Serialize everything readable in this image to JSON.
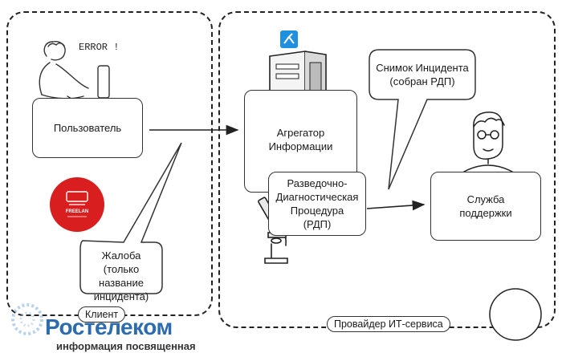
{
  "client_zone": {
    "tag": "Клиент"
  },
  "provider_zone": {
    "tag": "Провайдер ИТ-сервиса"
  },
  "user": {
    "label": "Пользователь",
    "error_text": "ERROR !"
  },
  "complaint": {
    "text": "Жалоба\n(только название\nинцидента)"
  },
  "aggregator": {
    "label": "Агрегатор\nИнформации"
  },
  "rdp": {
    "label": "Разведочно-\nДиагностическая\nПроцедура\n(РДП)"
  },
  "snapshot": {
    "text": "Снимок Инцидента\n(собран РДП)"
  },
  "support": {
    "label": "Служба\nподдержки"
  },
  "badge": {
    "title": "FREELAN",
    "color": "#d81e1e"
  },
  "watermark": {
    "brand": "Ростелеком",
    "subtitle": "информация посвященная"
  },
  "colors": {
    "line": "#222222",
    "accent_blue": "#1f8fe0",
    "brand_blue": "#1b5fa8",
    "brand_red": "#d81e1e"
  }
}
